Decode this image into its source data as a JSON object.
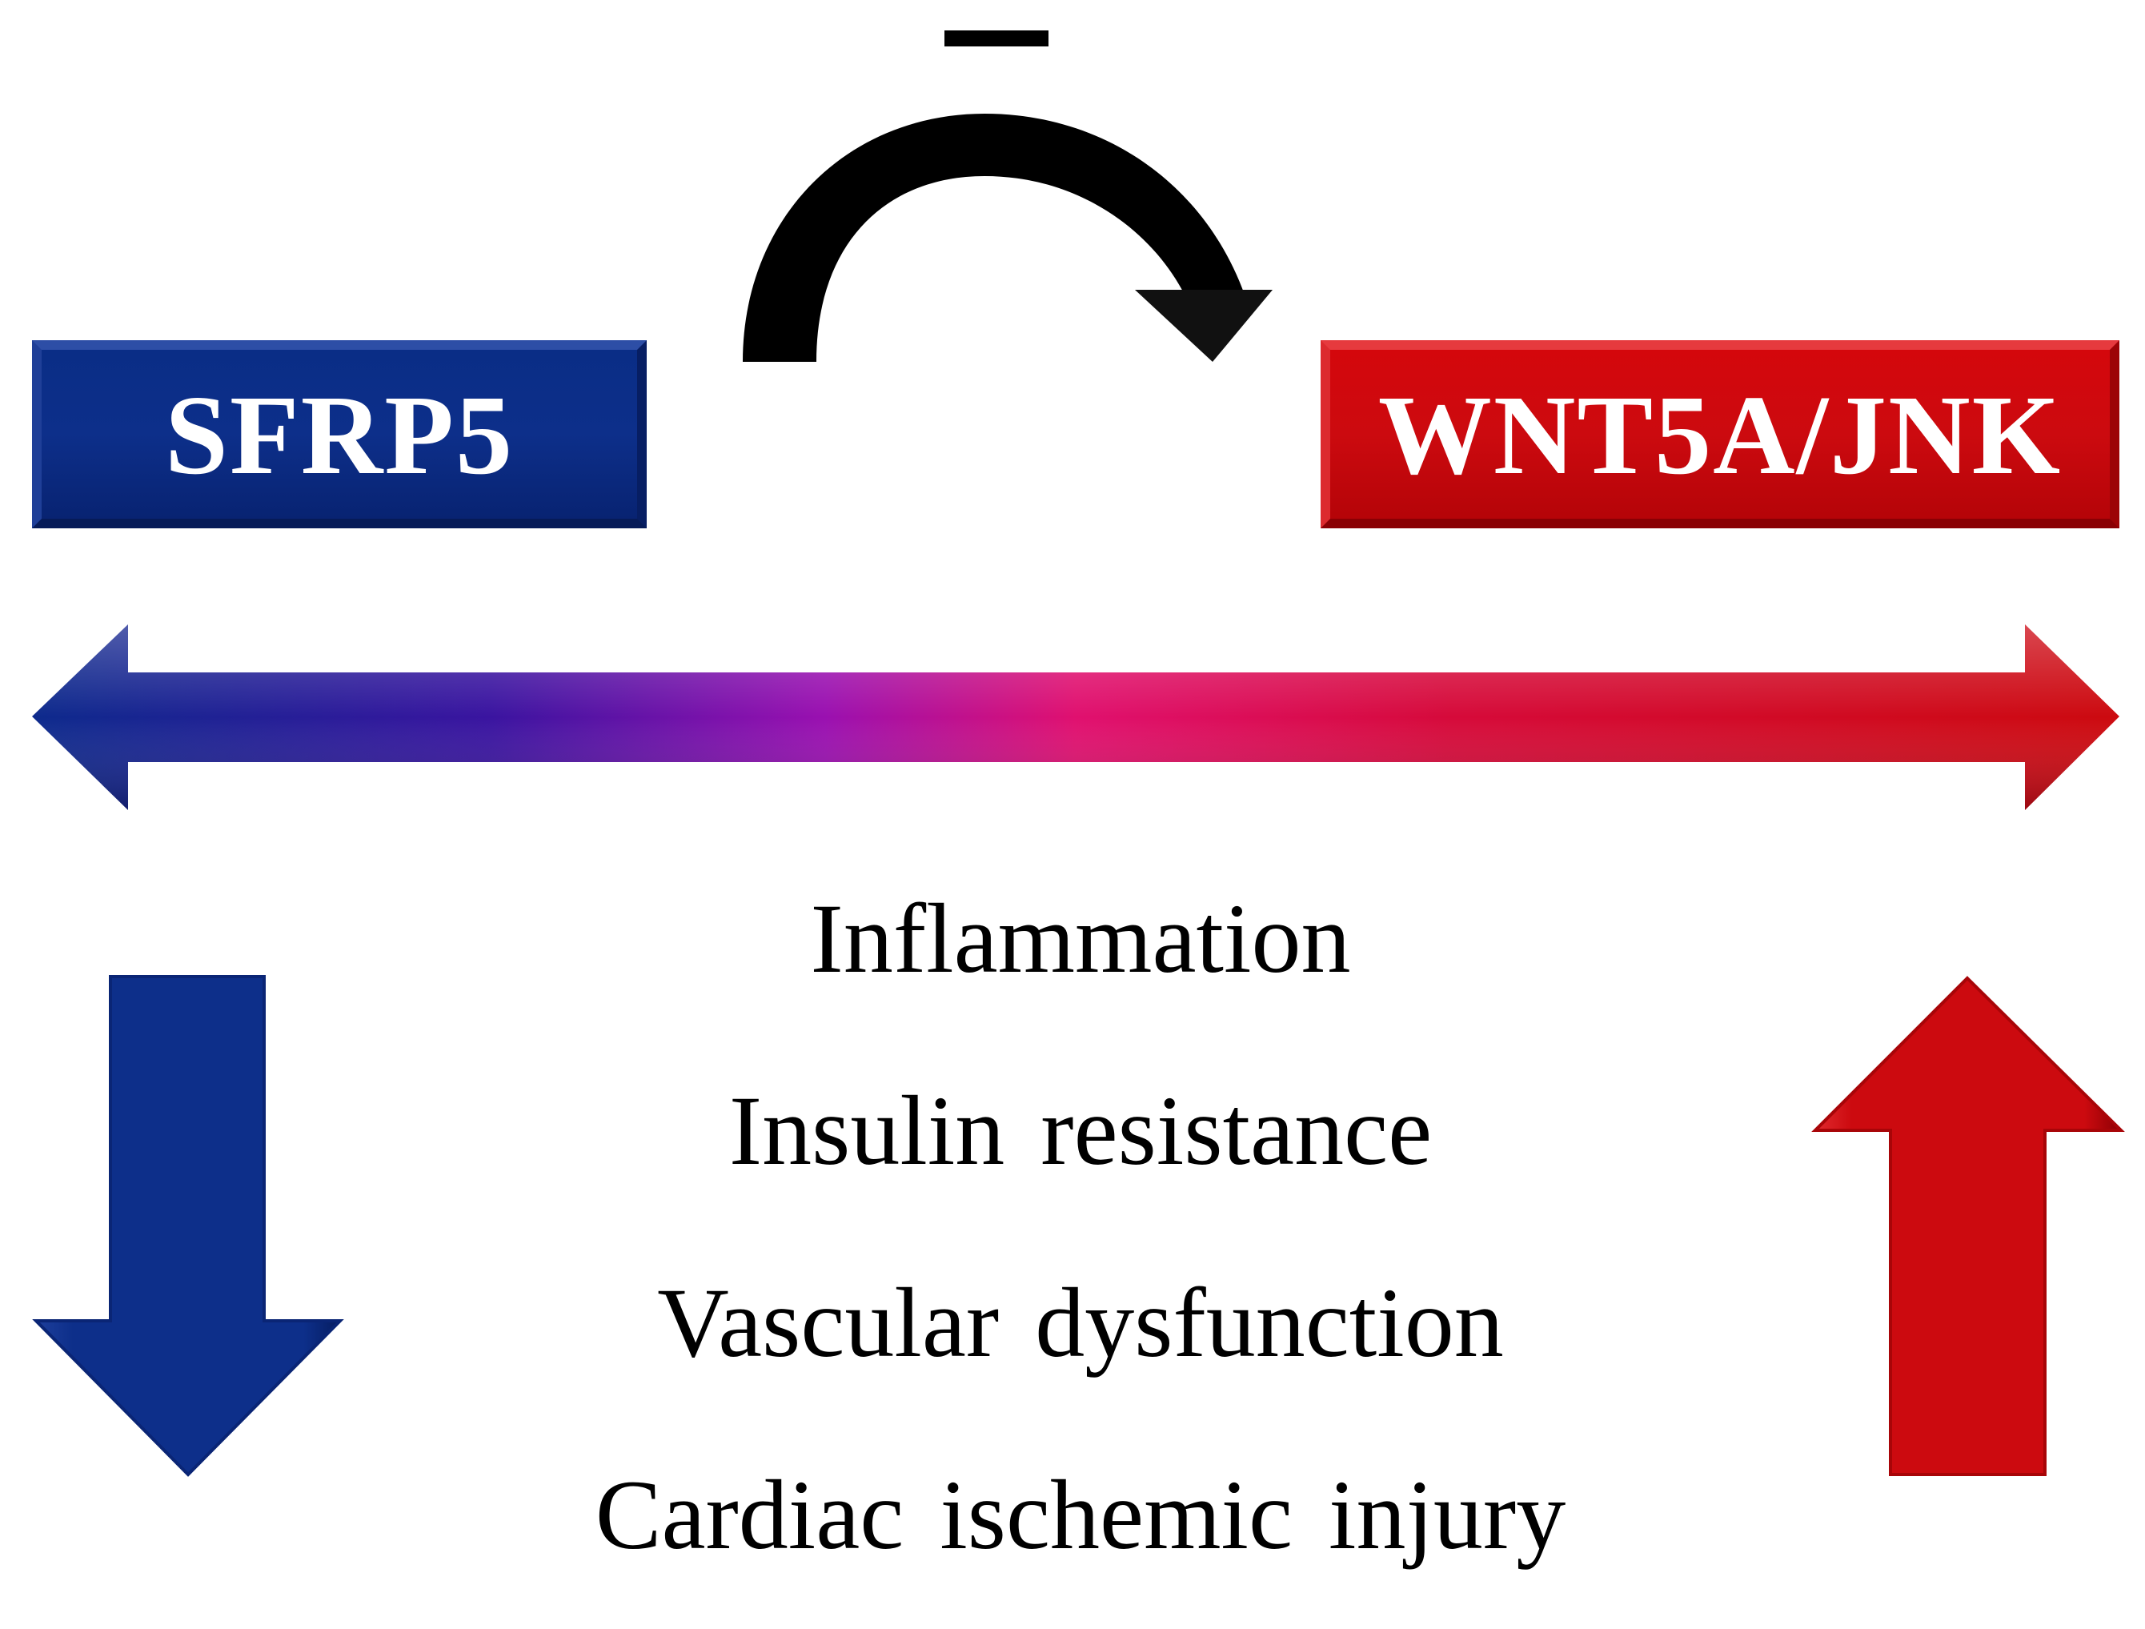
{
  "boxes": {
    "left_label": "SFRP5",
    "right_label": "WNT5A/JNK"
  },
  "relationship": {
    "inhibition_symbol": "−"
  },
  "effects": [
    "Inflammation",
    "Insulin resistance",
    "Vascular dysfunction",
    "Cardiac ischemic injury"
  ],
  "colors": {
    "sfrp5_blue": "#0d2f8a",
    "wnt_red": "#cc0a0f",
    "gradient_mid": "#e0106f",
    "inhibitor_arrow": "#000000"
  },
  "indicators": {
    "left_arrow": "down-arrow-icon",
    "right_arrow": "up-arrow-icon"
  }
}
